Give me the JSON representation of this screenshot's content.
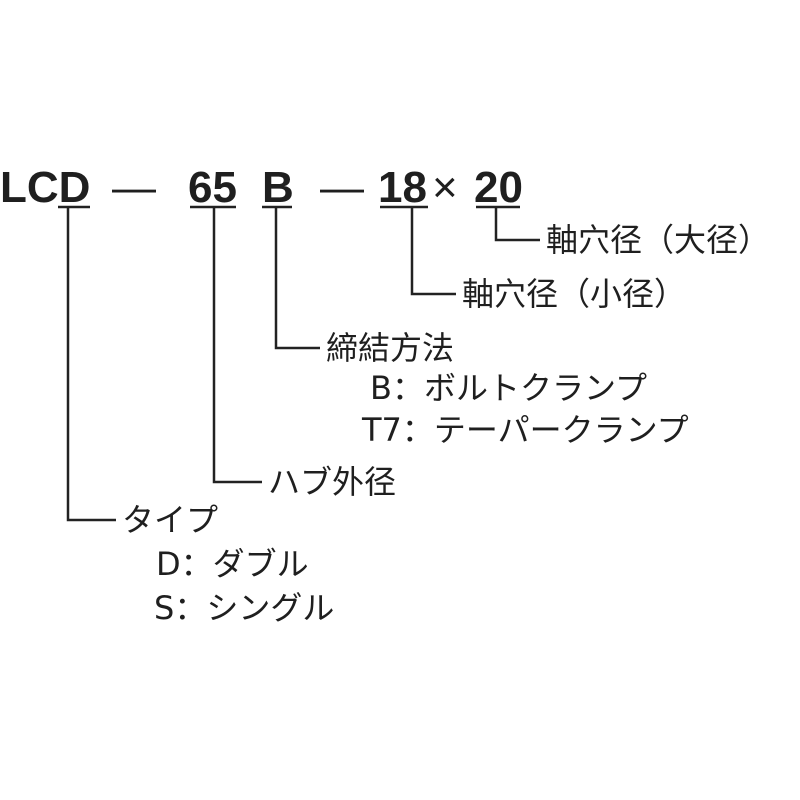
{
  "code": {
    "prefix": "LCD",
    "dash1": "—",
    "size": "65",
    "clamp": "B",
    "dash2": "—",
    "bore_small": "18",
    "times": "×",
    "bore_large": "20"
  },
  "labels": {
    "bore_large": "軸穴径（大径）",
    "bore_small": "軸穴径（小径）",
    "fastening": "締結方法",
    "fastening_b": "B：ボルトクランプ",
    "fastening_t7": "T7：テーパークランプ",
    "hub_od": "ハブ外径",
    "type": "タイプ",
    "type_d": "D：ダブル",
    "type_s": "S：シングル"
  }
}
